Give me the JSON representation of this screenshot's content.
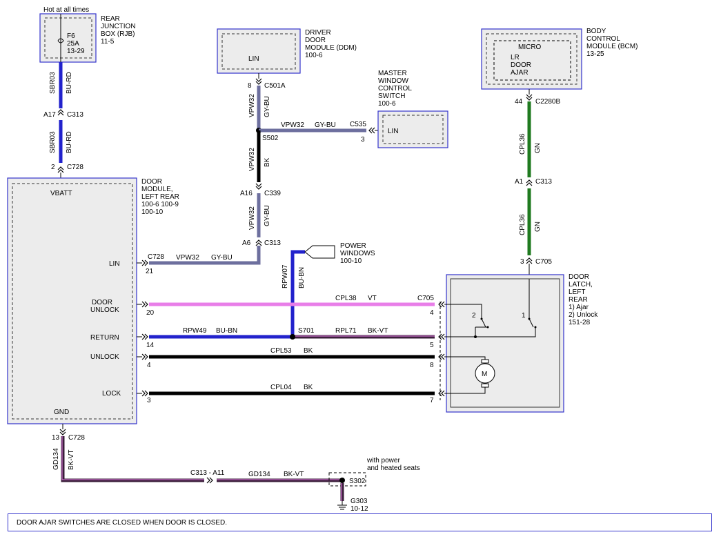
{
  "colors": {
    "module_border": "#3333cc",
    "module_fill": "#ececec",
    "wire_blue": "#2222cc",
    "wire_gray_blue": "#6d6f9e",
    "wire_green": "#1f7a1f",
    "wire_violet": "#e87ee8",
    "wire_black": "#000000",
    "wire_black_violet": "#3b1f3b"
  },
  "rjb": {
    "hot_label": "Hot at all times",
    "name_lines": [
      "REAR",
      "JUNCTION",
      "BOX (RJB)",
      "11-5"
    ],
    "fuse_lines": [
      "F6",
      "25A",
      "13-29"
    ]
  },
  "ddm": {
    "name_lines": [
      "DRIVER",
      "DOOR",
      "MODULE (DDM)",
      "100-6"
    ],
    "pin_label": "LIN"
  },
  "mwcs": {
    "name_lines": [
      "MASTER",
      "WINDOW",
      "CONTROL",
      "SWITCH",
      "100-6"
    ],
    "pin_label": "LIN"
  },
  "bcm": {
    "name_lines": [
      "BODY",
      "CONTROL",
      "MODULE (BCM)",
      "13-25"
    ],
    "micro_label": "MICRO",
    "inner_lines": [
      "LR",
      "DOOR",
      "AJAR"
    ]
  },
  "door_module": {
    "name_lines": [
      "DOOR",
      "MODULE,",
      "LEFT REAR",
      "100-6  100-9",
      "100-10"
    ],
    "vbatt": "VBATT",
    "gnd": "GND",
    "pins": [
      "LIN",
      "DOOR",
      "UNLOCK",
      "RETURN",
      "UNLOCK",
      "LOCK"
    ]
  },
  "door_latch": {
    "name_lines": [
      "DOOR",
      "LATCH,",
      "LEFT",
      "REAR",
      "1) Ajar",
      "2) Unlock",
      "151-28"
    ],
    "switch1": "1",
    "switch2": "2",
    "motor": "M"
  },
  "power_windows": {
    "lines": [
      "POWER",
      "WINDOWS",
      "100-10"
    ]
  },
  "ground": {
    "note_lines": [
      "with power",
      "and heated seats"
    ],
    "splice": "S302",
    "ground_id": "G303",
    "ground_ref": "10-12"
  },
  "labels": {
    "sbr03": "SBR03",
    "bu_rd": "BU-RD",
    "a17": "A17",
    "c313": "C313",
    "pin2": "2",
    "c728": "C728",
    "pin8": "8",
    "c501a": "C501A",
    "vpw32": "VPW32",
    "gy_bu": "GY-BU",
    "s502": "S502",
    "bk": "BK",
    "c535": "C535",
    "pin3": "3",
    "a16": "A16",
    "c339": "C339",
    "a6": "A6",
    "c728_lin": "C728",
    "pin21": "21",
    "rpw07": "RPW07",
    "bu_bn": "BU-BN",
    "pin44": "44",
    "c2280b": "C2280B",
    "cpl36": "CPL36",
    "gn": "GN",
    "a1": "A1",
    "c705": "C705",
    "cpl38": "CPL38",
    "vt": "VT",
    "c705_b": "C705",
    "pin20": "20",
    "pin4": "4",
    "rpw49": "RPW49",
    "bu_bn_2": "BU-BN",
    "s701": "S701",
    "rpl71": "RPL71",
    "bk_vt": "BK-VT",
    "pin14": "14",
    "pin5": "5",
    "cpl53": "CPL53",
    "bk_2": "BK",
    "pin4b": "4",
    "pin8b": "8",
    "cpl04": "CPL04",
    "bk_3": "BK",
    "pin3b": "3",
    "pin7": "7",
    "pin13": "13",
    "c728_gnd": "C728",
    "gd134": "GD134",
    "bk_vt_2": "BK-VT",
    "c313_a11": "C313 -  A11",
    "gd134_b": "GD134",
    "bk_vt_3": "BK-VT"
  },
  "footer_note": "DOOR AJAR SWITCHES ARE CLOSED WHEN DOOR IS CLOSED."
}
